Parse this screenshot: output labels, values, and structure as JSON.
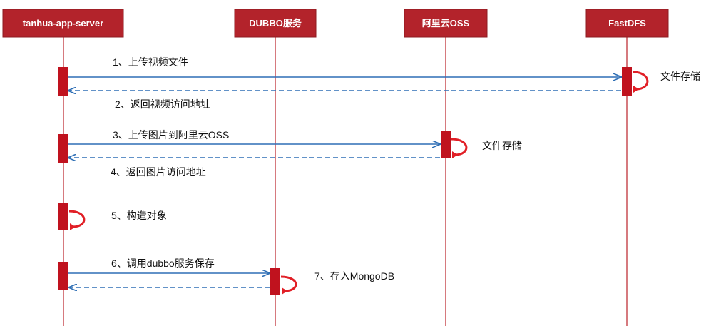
{
  "colors": {
    "header_fill": "#b3232b",
    "header_stroke": "#8e1b22",
    "lifeline": "#c0323a",
    "activation": "#c0121e",
    "self_arrow": "#e11f26",
    "message": "#2f6fb5"
  },
  "participants": [
    {
      "id": "app",
      "label": "tanhua-app-server"
    },
    {
      "id": "dubbo",
      "label": "DUBBO服务"
    },
    {
      "id": "oss",
      "label": "阿里云OSS"
    },
    {
      "id": "fastdfs",
      "label": "FastDFS"
    }
  ],
  "messages": [
    {
      "label": "1、上传视频文件",
      "from": "app",
      "to": "fastdfs",
      "kind": "sync"
    },
    {
      "label": "2、返回视频访问地址",
      "from": "fastdfs",
      "to": "app",
      "kind": "return"
    },
    {
      "label": "3、上传图片到阿里云OSS",
      "from": "app",
      "to": "oss",
      "kind": "sync"
    },
    {
      "label": "4、返回图片访问地址",
      "from": "oss",
      "to": "app",
      "kind": "return"
    },
    {
      "label": "5、构造对象",
      "from": "app",
      "to": "app",
      "kind": "self"
    },
    {
      "label": "6、调用dubbo服务保存",
      "from": "app",
      "to": "dubbo",
      "kind": "sync"
    },
    {
      "label": "7、存入MongoDB",
      "from": "dubbo",
      "to": "dubbo",
      "kind": "self"
    }
  ],
  "self_notes": [
    {
      "label": "文件存储",
      "participant": "fastdfs"
    },
    {
      "label": "文件存储",
      "participant": "oss"
    }
  ]
}
